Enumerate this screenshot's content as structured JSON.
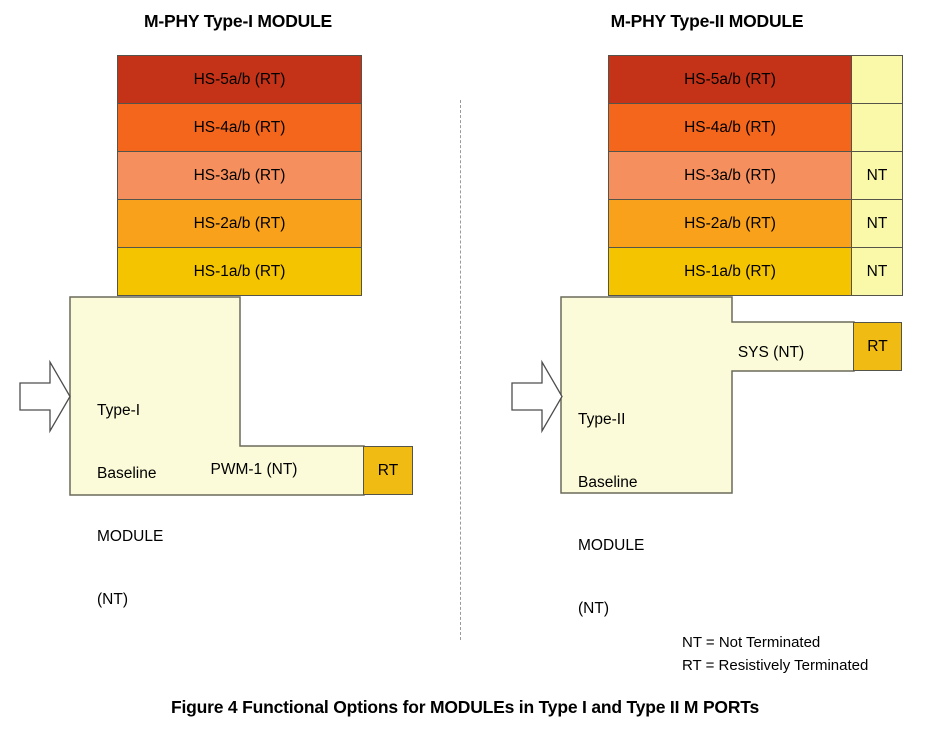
{
  "left_panel": {
    "title": "M-PHY Type-I MODULE",
    "bars": [
      {
        "label": "HS-5a/b (RT)",
        "color": "#C43318"
      },
      {
        "label": "HS-4a/b (RT)",
        "color": "#F4661C"
      },
      {
        "label": "HS-3a/b (RT)",
        "color": "#F58F5E"
      },
      {
        "label": "HS-2a/b (RT)",
        "color": "#F9A11B"
      },
      {
        "label": "HS-1a/b (RT)",
        "color": "#F4C400"
      }
    ],
    "module_lines": [
      "Type-I",
      "Baseline",
      "MODULE",
      "(NT)"
    ],
    "pwm_label": "PWM-1 (NT)",
    "rt_label": "RT"
  },
  "right_panel": {
    "title": "M-PHY Type-II MODULE",
    "bars": [
      {
        "label": "HS-5a/b (RT)",
        "color": "#C43318",
        "nt": ""
      },
      {
        "label": "HS-4a/b (RT)",
        "color": "#F4661C",
        "nt": ""
      },
      {
        "label": "HS-3a/b (RT)",
        "color": "#F58F5E",
        "nt": "NT"
      },
      {
        "label": "HS-2a/b (RT)",
        "color": "#F9A11B",
        "nt": "NT"
      },
      {
        "label": "HS-1a/b (RT)",
        "color": "#F4C400",
        "nt": "NT"
      }
    ],
    "module_lines": [
      "Type-II",
      "Baseline",
      "MODULE",
      "(NT)"
    ],
    "sys_label": "SYS (NT)",
    "rt_label": "RT"
  },
  "legend": {
    "nt_line": "NT = Not Terminated",
    "rt_line": "RT = Resistively Terminated"
  },
  "caption": "Figure 4 Functional Options for MODULEs in Type I and Type II M PORTs",
  "colors": {
    "hs5": "#C43318",
    "hs4": "#F4661C",
    "hs3": "#F58F5E",
    "hs2": "#F9A11B",
    "hs1": "#F4C400",
    "rt_gold": "#F0BB12",
    "nt_cell": "#F9F9A9",
    "module_fill": "#FBFBD9",
    "border": "#55544A"
  }
}
